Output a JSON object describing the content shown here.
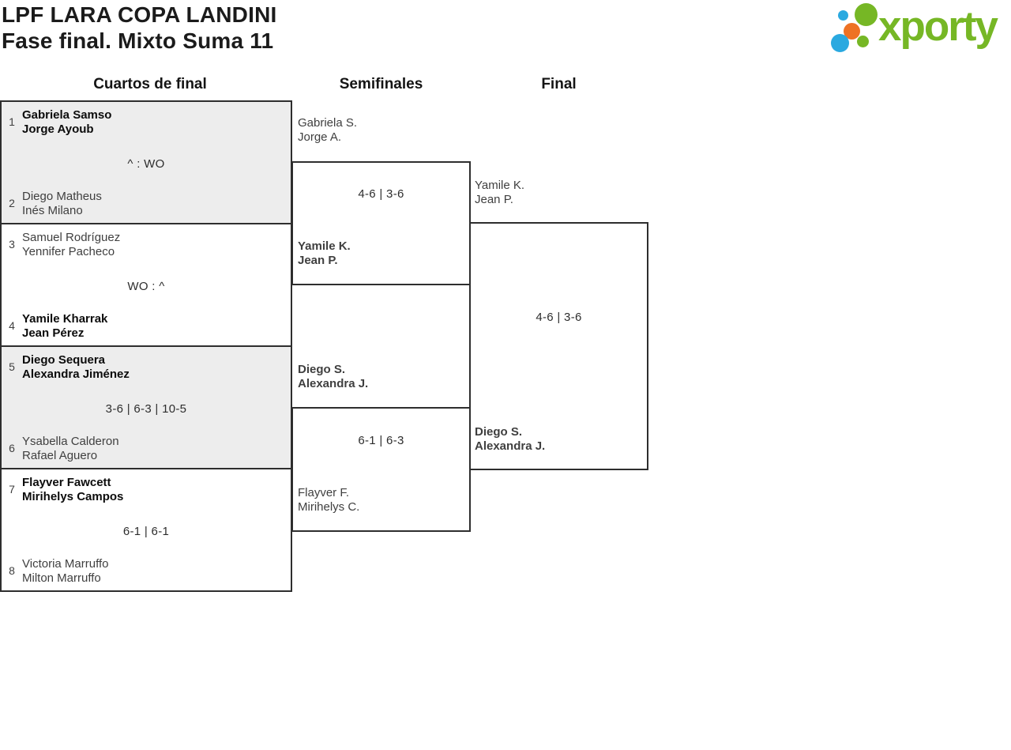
{
  "header": {
    "title_line1": "LPF LARA COPA LANDINI",
    "title_line2": "Fase final. Mixto Suma 11",
    "logo_text": "xporty"
  },
  "rounds": {
    "quarterfinals_label": "Cuartos de final",
    "semifinals_label": "Semifinales",
    "final_label": "Final"
  },
  "bracket": {
    "quarterfinals": [
      {
        "seed_top": "1",
        "top": {
          "line1": "Gabriela Samso",
          "line2": "Jorge Ayoub",
          "winner": true
        },
        "score": "^ : WO",
        "seed_bottom": "2",
        "bottom": {
          "line1": "Diego Matheus",
          "line2": "Inés Milano",
          "winner": false
        }
      },
      {
        "seed_top": "3",
        "top": {
          "line1": "Samuel Rodríguez",
          "line2": "Yennifer Pacheco",
          "winner": false
        },
        "score": "WO : ^",
        "seed_bottom": "4",
        "bottom": {
          "line1": "Yamile Kharrak",
          "line2": "Jean Pérez",
          "winner": true
        }
      },
      {
        "seed_top": "5",
        "top": {
          "line1": "Diego Sequera",
          "line2": "Alexandra Jiménez",
          "winner": true
        },
        "score": "3-6 | 6-3 | 10-5",
        "seed_bottom": "6",
        "bottom": {
          "line1": "Ysabella Calderon",
          "line2": "Rafael Aguero",
          "winner": false
        }
      },
      {
        "seed_top": "7",
        "top": {
          "line1": "Flayver Fawcett",
          "line2": "Mirihelys Campos",
          "winner": true
        },
        "score": "6-1 | 6-1",
        "seed_bottom": "8",
        "bottom": {
          "line1": "Victoria Marruffo",
          "line2": "Milton Marruffo",
          "winner": false
        }
      }
    ],
    "semifinals": [
      {
        "top": {
          "line1": "Gabriela S.",
          "line2": "Jorge A.",
          "winner": false
        },
        "score": "4-6 | 3-6",
        "bottom": {
          "line1": "Yamile K.",
          "line2": "Jean P.",
          "winner": true
        }
      },
      {
        "top": {
          "line1": "Diego S.",
          "line2": "Alexandra J.",
          "winner": true
        },
        "score": "6-1 | 6-3",
        "bottom": {
          "line1": "Flayver F.",
          "line2": "Mirihelys C.",
          "winner": false
        }
      }
    ],
    "final": {
      "top": {
        "line1": "Yamile K.",
        "line2": "Jean P.",
        "winner": false
      },
      "score": "4-6 | 3-6",
      "bottom": {
        "line1": "Diego S.",
        "line2": "Alexandra J.",
        "winner": true
      }
    }
  },
  "colors": {
    "brand_green": "#76b725",
    "brand_blue": "#2aa9e0",
    "brand_orange": "#ee7224",
    "match_fill_gray": "#ededed",
    "bracket_line": "#2e2e2e"
  }
}
